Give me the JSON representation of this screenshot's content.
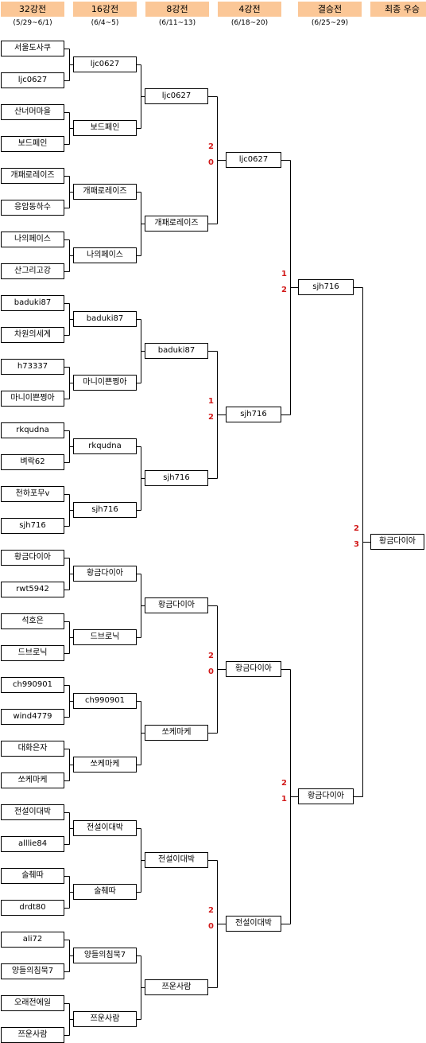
{
  "rounds": [
    {
      "label": "32강전",
      "dates": "(5/29~6/1)"
    },
    {
      "label": "16강전",
      "dates": "(6/4~5)"
    },
    {
      "label": "8강전",
      "dates": "(6/11~13)"
    },
    {
      "label": "4강전",
      "dates": "(6/18~20)"
    },
    {
      "label": "결승전",
      "dates": "(6/25~29)"
    },
    {
      "label": "최종 우승",
      "dates": ""
    }
  ],
  "players": {
    "r32": [
      "서울도사쿠",
      "ljc0627",
      "산너머마을",
      "보드페인",
      "개패로레이즈",
      "응암동하수",
      "나의페이스",
      "산그리고강",
      "baduki87",
      "차원의세계",
      "h73337",
      "마니이쁜쩡아",
      "rkqudna",
      "벼락62",
      "천하포무v",
      "sjh716",
      "황금다이아",
      "rwt5942",
      "석호은",
      "드브로닉",
      "ch990901",
      "wind4779",
      "대화은자",
      "쏘케마케",
      "전설이대박",
      "alllie84",
      "술췌따",
      "drdt80",
      "ali72",
      "양들의침묵7",
      "오래전에일",
      "쯔운사람"
    ],
    "r16": [
      "ljc0627",
      "보드페인",
      "개패로레이즈",
      "나의페이스",
      "baduki87",
      "마니이쁜쩡아",
      "rkqudna",
      "sjh716",
      "황금다이아",
      "드브로닉",
      "ch990901",
      "쏘케마케",
      "전설이대박",
      "술췌따",
      "양들의침묵7",
      "쯔운사람"
    ],
    "r8": [
      "ljc0627",
      "개패로레이즈",
      "baduki87",
      "sjh716",
      "황금다이아",
      "쏘케마케",
      "전설이대박",
      "쯔운사람"
    ],
    "r4": [
      "ljc0627",
      "sjh716",
      "황금다이아",
      "전설이대박"
    ],
    "final": [
      "sjh716",
      "황금다이아"
    ],
    "champion": "황금다이아"
  },
  "scores": {
    "r8": [
      [
        "2",
        "0"
      ],
      [
        "1",
        "2"
      ],
      [
        "2",
        "0"
      ],
      [
        "2",
        "0"
      ]
    ],
    "r4": [
      [
        "1",
        "2"
      ],
      [
        "2",
        "1"
      ]
    ],
    "final": [
      "2",
      "3"
    ]
  }
}
